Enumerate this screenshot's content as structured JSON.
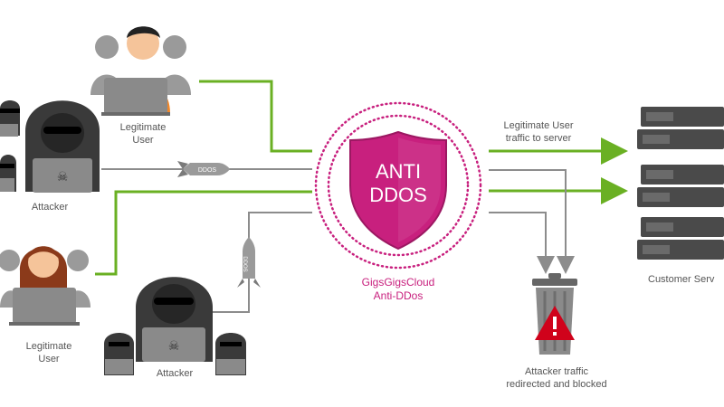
{
  "shield": {
    "line1": "ANTI",
    "line2": "DDOS"
  },
  "brand": {
    "line1": "GigsGigsCloud",
    "line2": "Anti-DDos"
  },
  "labels": {
    "legit_top": {
      "line1": "Legitimate",
      "line2": "User"
    },
    "attacker_left": "Attacker",
    "legit_bottom": {
      "line1": "Legitimate",
      "line2": "User"
    },
    "attacker_bottom": "Attacker",
    "legit_traffic": {
      "line1": "Legitimate User",
      "line2": "traffic to server"
    },
    "attacker_traffic": {
      "line1": "Attacker traffic",
      "line2": "redirected and blocked"
    },
    "servers": "Customer Serv"
  },
  "missile_text": "DDOS",
  "colors": {
    "accent": "#c8207e",
    "legit_line": "#6ab023",
    "attack_line": "#8c8c8c",
    "person_skin": "#f5c49a",
    "hood": "#3a3a3a",
    "server": "#4a4a4a",
    "warning": "#d0021b"
  }
}
